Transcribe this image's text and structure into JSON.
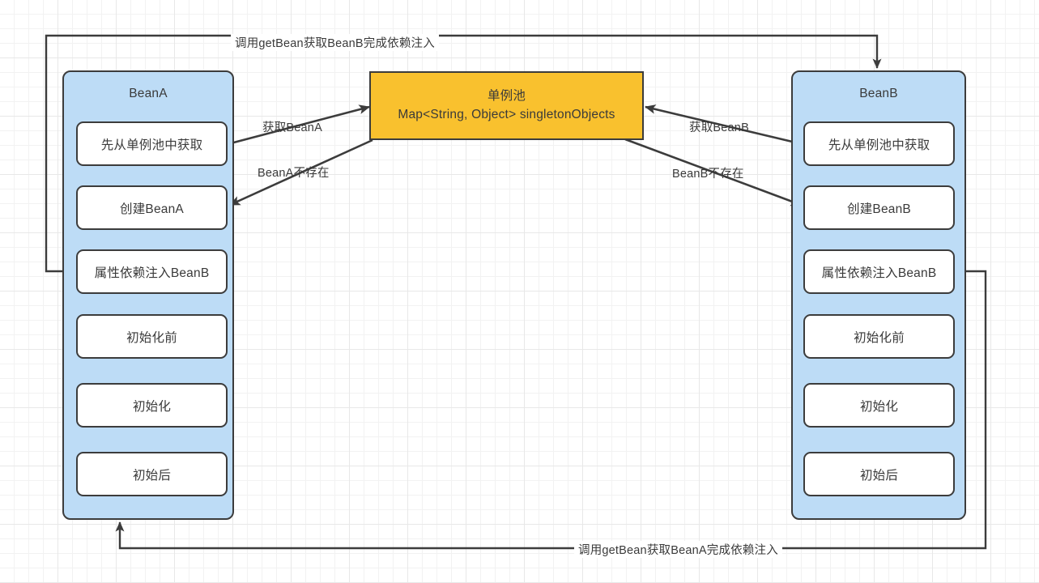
{
  "diagram": {
    "title": "Spring 循环依赖 - 单例池流程图",
    "colors": {
      "lane_fill": "#bddcf6",
      "pool_fill": "#f9c12e",
      "box_fill": "#ffffff",
      "stroke": "#3c3c3c",
      "text": "#3a3a3a",
      "grid_minor": "#f2f2f2",
      "grid_major": "#e8e8e8"
    },
    "lanes": [
      {
        "id": "bean-a",
        "title": "BeanA",
        "steps": [
          "先从单例池中获取",
          "创建BeanA",
          "属性依赖注入BeanB",
          "初始化前",
          "初始化",
          "初始后"
        ]
      },
      {
        "id": "bean-b",
        "title": "BeanB",
        "steps": [
          "先从单例池中获取",
          "创建BeanB",
          "属性依赖注入BeanB",
          "初始化前",
          "初始化",
          "初始后"
        ]
      }
    ],
    "pool": {
      "title": "单例池",
      "subtitle": "Map<String, Object> singletonObjects"
    },
    "edges": [
      {
        "id": "top-route",
        "label": "调用getBean获取BeanB完成依赖注入"
      },
      {
        "id": "bottom-route",
        "label": "调用getBean获取BeanA完成依赖注入"
      },
      {
        "id": "a-get",
        "label": "获取BeanA"
      },
      {
        "id": "a-miss",
        "label": "BeanA不存在"
      },
      {
        "id": "b-get",
        "label": "获取BeanB"
      },
      {
        "id": "b-miss",
        "label": "BeanB不存在"
      }
    ]
  }
}
